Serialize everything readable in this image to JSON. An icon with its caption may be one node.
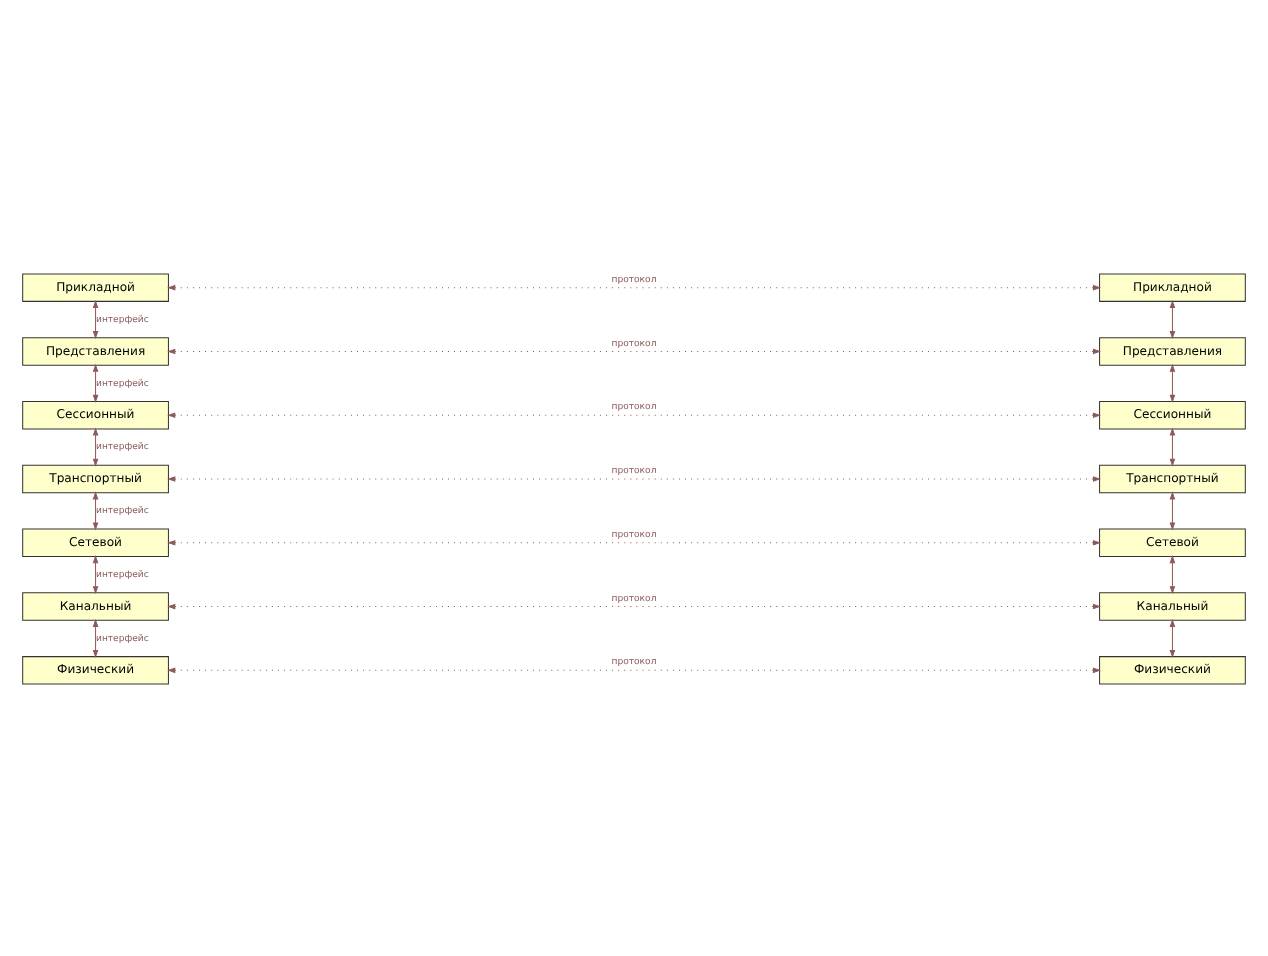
{
  "diagram": {
    "nodes": [
      {
        "text": [
          "Прикладной"
        ]
      },
      {
        "text": [
          "Представления"
        ]
      },
      {
        "text": [
          "Сессионный"
        ]
      },
      {
        "text": [
          "Транспортный"
        ]
      },
      {
        "text": [
          "Сетевой"
        ]
      },
      {
        "text": [
          "Канальный"
        ]
      },
      {
        "text": [
          "Физический"
        ]
      },
      {
        "text": [
          "Прикладной"
        ]
      },
      {
        "text": [
          "Представления"
        ]
      },
      {
        "text": [
          "Сессионный"
        ]
      },
      {
        "text": [
          "Транспортный"
        ]
      },
      {
        "text": [
          "Сетевой"
        ]
      },
      {
        "text": [
          "Канальный"
        ]
      },
      {
        "text": [
          "Физический"
        ]
      }
    ],
    "edges": [
      {
        "from": 0,
        "to": 7,
        "arrow": "both",
        "label": "протокол",
        "style": "dashed"
      },
      {
        "from": 0,
        "to": 1,
        "arrow": "both",
        "label": "интерфейс"
      },
      {
        "from": 7,
        "to": 8,
        "arrow": "both"
      },
      {
        "from": 1,
        "to": 8,
        "arrow": "both",
        "label": "протокол",
        "style": "dashed"
      },
      {
        "from": 1,
        "to": 2,
        "arrow": "both",
        "label": "интерфейс"
      },
      {
        "from": 8,
        "to": 9,
        "arrow": "both"
      },
      {
        "from": 2,
        "to": 9,
        "arrow": "both",
        "label": "протокол",
        "style": "dashed"
      },
      {
        "from": 2,
        "to": 3,
        "arrow": "both",
        "label": "интерфейс"
      },
      {
        "from": 9,
        "to": 10,
        "arrow": "both"
      },
      {
        "from": 3,
        "to": 10,
        "arrow": "both",
        "label": "протокол",
        "style": "dashed"
      },
      {
        "from": 3,
        "to": 4,
        "arrow": "both",
        "label": "интерфейс"
      },
      {
        "from": 10,
        "to": 11,
        "arrow": "both"
      },
      {
        "from": 4,
        "to": 11,
        "arrow": "both",
        "label": "протокол",
        "style": "dashed"
      },
      {
        "from": 4,
        "to": 5,
        "arrow": "both",
        "label": "интерфейс"
      },
      {
        "from": 11,
        "to": 12,
        "arrow": "both"
      },
      {
        "from": 5,
        "to": 12,
        "arrow": "both",
        "label": "протокол",
        "style": "dashed"
      },
      {
        "from": 5,
        "to": 6,
        "arrow": "both",
        "label": "интерфейс"
      },
      {
        "from": 12,
        "to": 13,
        "arrow": "both"
      },
      {
        "from": 6,
        "to": 13,
        "arrow": "both",
        "label": "протокол",
        "style": "dashed"
      }
    ]
  }
}
